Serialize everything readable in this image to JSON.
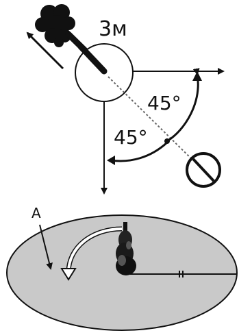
{
  "top_diagram": {
    "distance_label": "3м",
    "angle_upper_label": "45°",
    "angle_lower_label": "45°",
    "prohibited_icon": "no-entry-icon",
    "direction_icon": "arrow-icon"
  },
  "bottom_diagram": {
    "point_label": "A"
  },
  "colors": {
    "ink": "#111111",
    "ellipse_fill": "#c9c9c9",
    "white": "#ffffff"
  }
}
